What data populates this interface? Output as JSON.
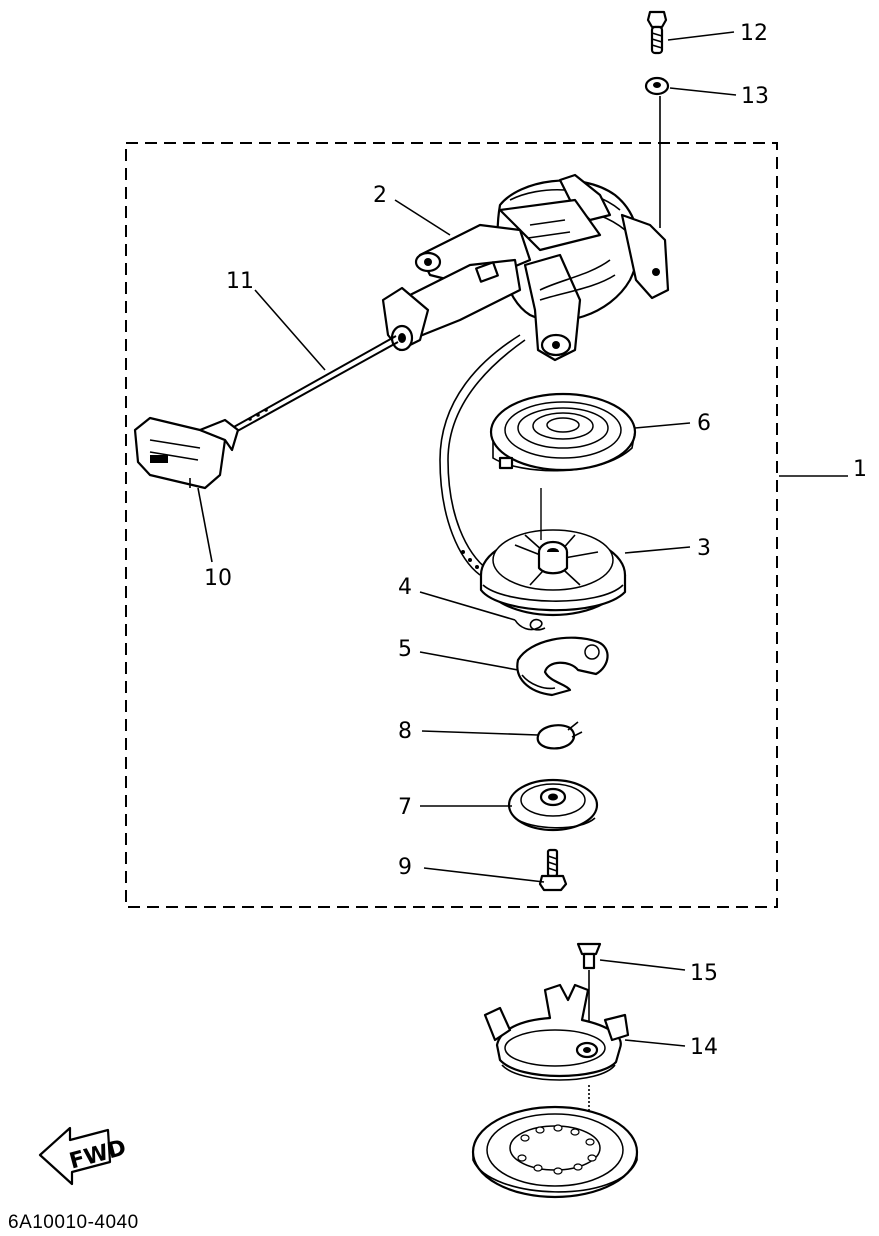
{
  "diagram": {
    "document_code": "6A10010-4040",
    "fwd_label": "FWD",
    "callouts": [
      "12",
      "13",
      "2",
      "11",
      "6",
      "1",
      "3",
      "10",
      "4",
      "5",
      "8",
      "7",
      "9",
      "15",
      "14"
    ]
  }
}
